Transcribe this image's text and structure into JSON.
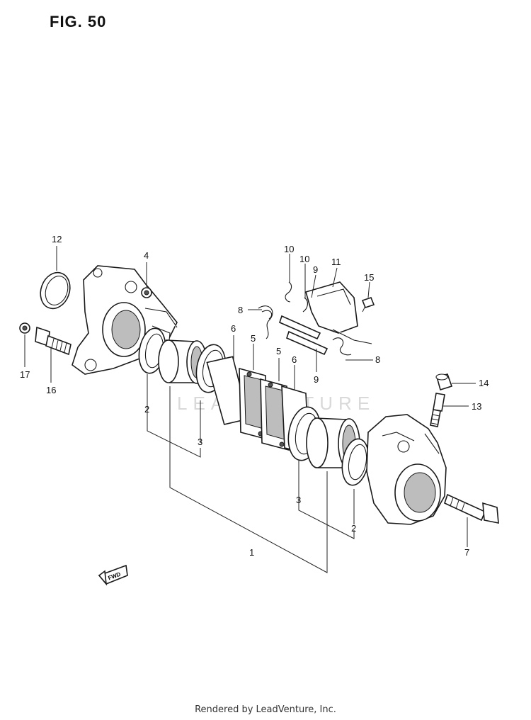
{
  "figure": {
    "title": "FIG. 50",
    "fwd_label": "FWD"
  },
  "watermark": "LEADVENTURE",
  "callouts": {
    "c1": "1",
    "c2a": "2",
    "c2b": "2",
    "c3a": "3",
    "c3b": "3",
    "c4": "4",
    "c5a": "5",
    "c5b": "5",
    "c6a": "6",
    "c6b": "6",
    "c7": "7",
    "c8a": "8",
    "c8b": "8",
    "c9a": "9",
    "c9b": "9",
    "c10a": "10",
    "c10b": "10",
    "c11": "11",
    "c12": "12",
    "c13": "13",
    "c14": "14",
    "c15": "15",
    "c16": "16",
    "c17": "17"
  },
  "footer": "Rendered by LeadVenture, Inc."
}
